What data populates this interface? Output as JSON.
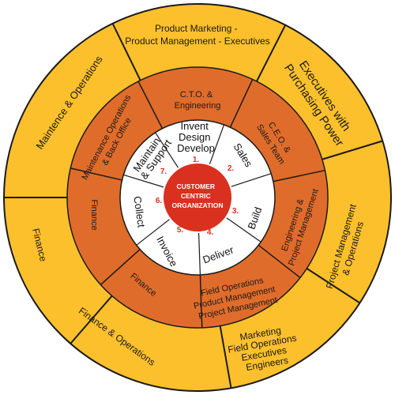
{
  "colors": {
    "outer": "#fcc02c",
    "middle": "#e06c2b",
    "inner": "#ffffff",
    "core": "#d9301f",
    "line": "#1a1a1a",
    "numbers": "#d9301f"
  },
  "center": {
    "lines": [
      "CUSTOMER",
      "CENTRIC",
      "ORGANIZATION"
    ]
  },
  "inner_ring": [
    {
      "lines": [
        "Invent",
        "Design",
        "Develop"
      ],
      "number": "1."
    },
    {
      "lines": [
        "Sales"
      ],
      "number": "2."
    },
    {
      "lines": [
        "Build"
      ],
      "number": "3."
    },
    {
      "lines": [
        "Deliver"
      ],
      "number": "4."
    },
    {
      "lines": [
        "Invoice"
      ],
      "number": "5."
    },
    {
      "lines": [
        "Collect"
      ],
      "number": "6."
    },
    {
      "lines": [
        "Maintain",
        "& Support"
      ],
      "number": "7."
    }
  ],
  "middle_ring": [
    {
      "lines": [
        "C.T.O. &",
        "Engineering"
      ]
    },
    {
      "lines": [
        "C.E.O. &",
        "Sales Team"
      ]
    },
    {
      "lines": [
        "Engineering &",
        "Project Management"
      ]
    },
    {
      "lines": [
        "Field Operations",
        "Product Management",
        "Project Management"
      ]
    },
    {
      "lines": [
        "Finance"
      ]
    },
    {
      "lines": [
        "Finance"
      ]
    },
    {
      "lines": [
        "Maintenance Operations",
        "& Back Office"
      ]
    }
  ],
  "outer_ring": [
    {
      "lines": [
        "Product Marketing -",
        "Product Management - Executives"
      ]
    },
    {
      "lines": [
        "Executives with",
        "Purchasing Power"
      ]
    },
    {
      "lines": [
        "Project Management",
        "& Operations"
      ]
    },
    {
      "lines": [
        "Marketing",
        "Field Operations",
        "Executives",
        "Engineers"
      ]
    },
    {
      "lines": [
        "Finance & Operations"
      ]
    },
    {
      "lines": [
        "Finance"
      ]
    },
    {
      "lines": [
        "Maintence & Operations"
      ]
    }
  ]
}
